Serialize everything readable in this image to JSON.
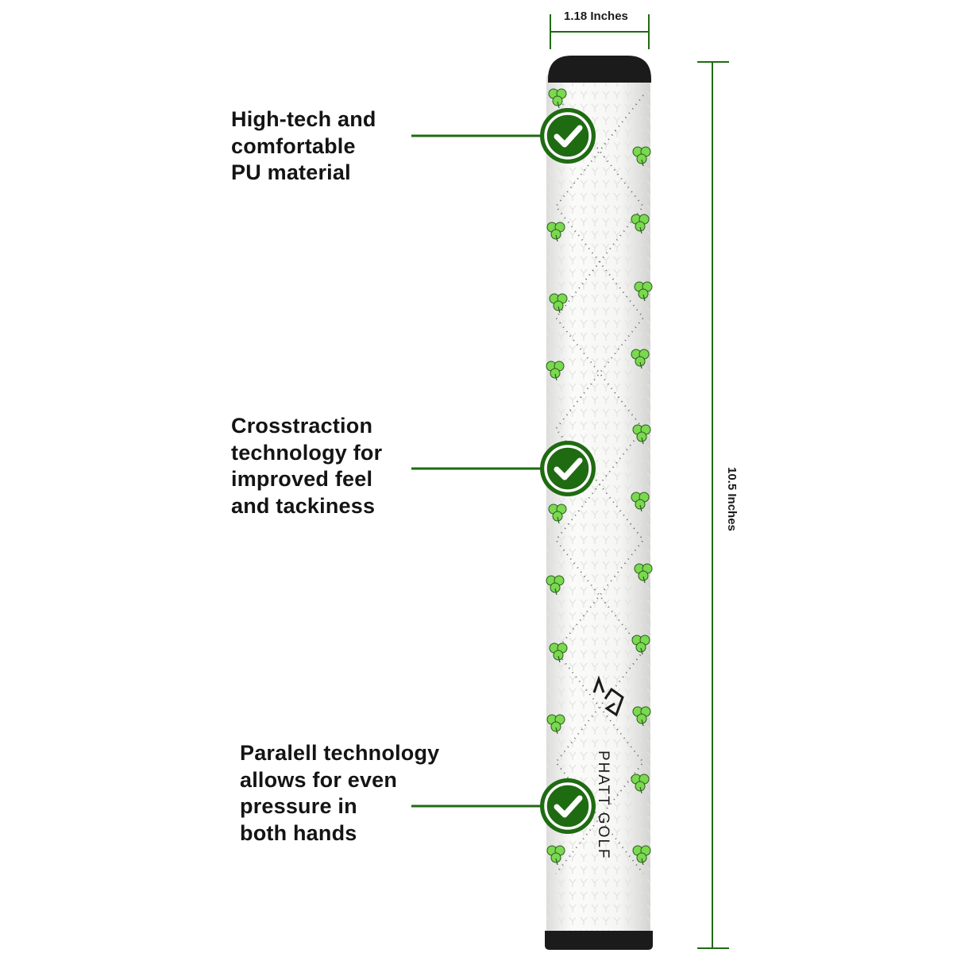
{
  "dimensions": {
    "width_label": "1.18 Inches",
    "length_label": "10.5 Inches"
  },
  "features": [
    {
      "text": "High-tech and\ncomfortable\nPU material",
      "icon": "check-circle-icon"
    },
    {
      "text": "Crosstraction\ntechnology for\nimproved feel\nand tackiness",
      "icon": "check-circle-icon"
    },
    {
      "text": "Paralell technology\nallows for even\npressure in\nboth hands",
      "icon": "check-circle-icon"
    }
  ],
  "grip": {
    "brand": "PHATT GOLF",
    "logo": "PG"
  },
  "colors": {
    "accent_green": "#1f6b12",
    "clover_green": "#7ad94f",
    "grip_white": "#f4f4f2",
    "cap_black": "#1b1b1b"
  }
}
